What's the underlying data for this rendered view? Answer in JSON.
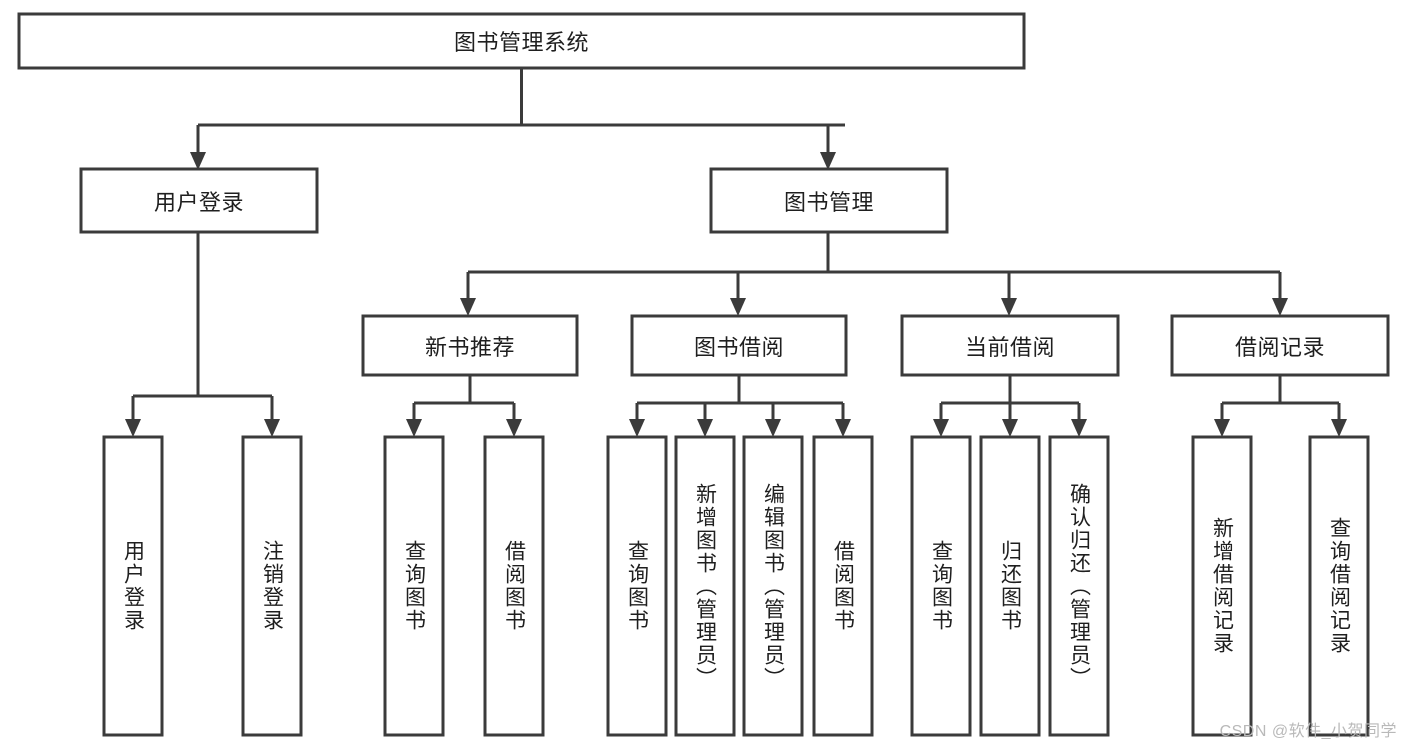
{
  "diagram": {
    "title": "图书管理系统",
    "type": "tree-hierarchy",
    "watermark": "CSDN @软件_小贺同学",
    "colors": {
      "stroke": "#3b3b3b",
      "fill": "#ffffff",
      "text": "#1f1f1f",
      "watermark": "#b9b9b9",
      "background": "#ffffff"
    },
    "nodes": {
      "root": {
        "label": "图书管理系统",
        "orientation": "horizontal"
      },
      "level1": [
        {
          "label": "用户登录",
          "orientation": "horizontal"
        },
        {
          "label": "图书管理",
          "orientation": "horizontal"
        }
      ],
      "level2": [
        {
          "label": "新书推荐",
          "orientation": "horizontal"
        },
        {
          "label": "图书借阅",
          "orientation": "horizontal"
        },
        {
          "label": "当前借阅",
          "orientation": "horizontal"
        },
        {
          "label": "借阅记录",
          "orientation": "horizontal"
        }
      ],
      "leaves": {
        "user_login": [
          {
            "label": "用户登录",
            "orientation": "vertical"
          },
          {
            "label": "注销登录",
            "orientation": "vertical"
          }
        ],
        "new_book_recommend": [
          {
            "label": "查询图书",
            "orientation": "vertical"
          },
          {
            "label": "借阅图书",
            "orientation": "vertical"
          }
        ],
        "book_borrow": [
          {
            "label": "查询图书",
            "orientation": "vertical"
          },
          {
            "label": "新增图书（管理员）",
            "orientation": "vertical"
          },
          {
            "label": "编辑图书（管理员）",
            "orientation": "vertical"
          },
          {
            "label": "借阅图书",
            "orientation": "vertical"
          }
        ],
        "current_borrow": [
          {
            "label": "查询图书",
            "orientation": "vertical"
          },
          {
            "label": "归还图书",
            "orientation": "vertical"
          },
          {
            "label": "确认归还（管理员）",
            "orientation": "vertical"
          }
        ],
        "borrow_record": [
          {
            "label": "新增借阅记录",
            "orientation": "vertical"
          },
          {
            "label": "查询借阅记录",
            "orientation": "vertical"
          }
        ]
      }
    }
  }
}
